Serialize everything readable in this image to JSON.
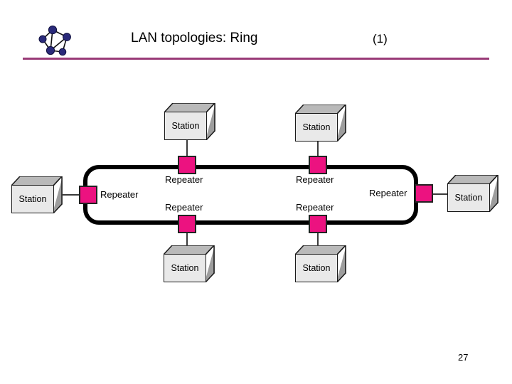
{
  "header": {
    "logo_icon": "network-graph-icon",
    "title": "LAN topologies: Ring",
    "index": "(1)",
    "rule_color": "#993a77"
  },
  "colors": {
    "repeater_fill": "#ec1280",
    "repeater_border": "#222222",
    "ring_stroke": "#000000",
    "station_face": "#e9e9e9",
    "station_top": "#b9b9b9",
    "station_side": "#9d9d9d",
    "accent_rule": "#993a77",
    "logo_node": "#2a2a7a"
  },
  "diagram": {
    "name": "ring-topology-diagram",
    "ring_label": "ring-backbone",
    "repeaters": [
      {
        "id": "repeater-top-left",
        "label": "Repeater"
      },
      {
        "id": "repeater-top-right",
        "label": "Repeater"
      },
      {
        "id": "repeater-left",
        "label": "Repeater"
      },
      {
        "id": "repeater-right",
        "label": "Repeater"
      },
      {
        "id": "repeater-bottom-left",
        "label": "Repeater"
      },
      {
        "id": "repeater-bottom-right",
        "label": "Repeater"
      }
    ],
    "stations": [
      {
        "id": "station-top-left",
        "label": "Station"
      },
      {
        "id": "station-top-right",
        "label": "Station"
      },
      {
        "id": "station-left",
        "label": "Station"
      },
      {
        "id": "station-right",
        "label": "Station"
      },
      {
        "id": "station-bottom-left",
        "label": "Station"
      },
      {
        "id": "station-bottom-right",
        "label": "Station"
      }
    ]
  },
  "footer": {
    "page_number": "27"
  }
}
